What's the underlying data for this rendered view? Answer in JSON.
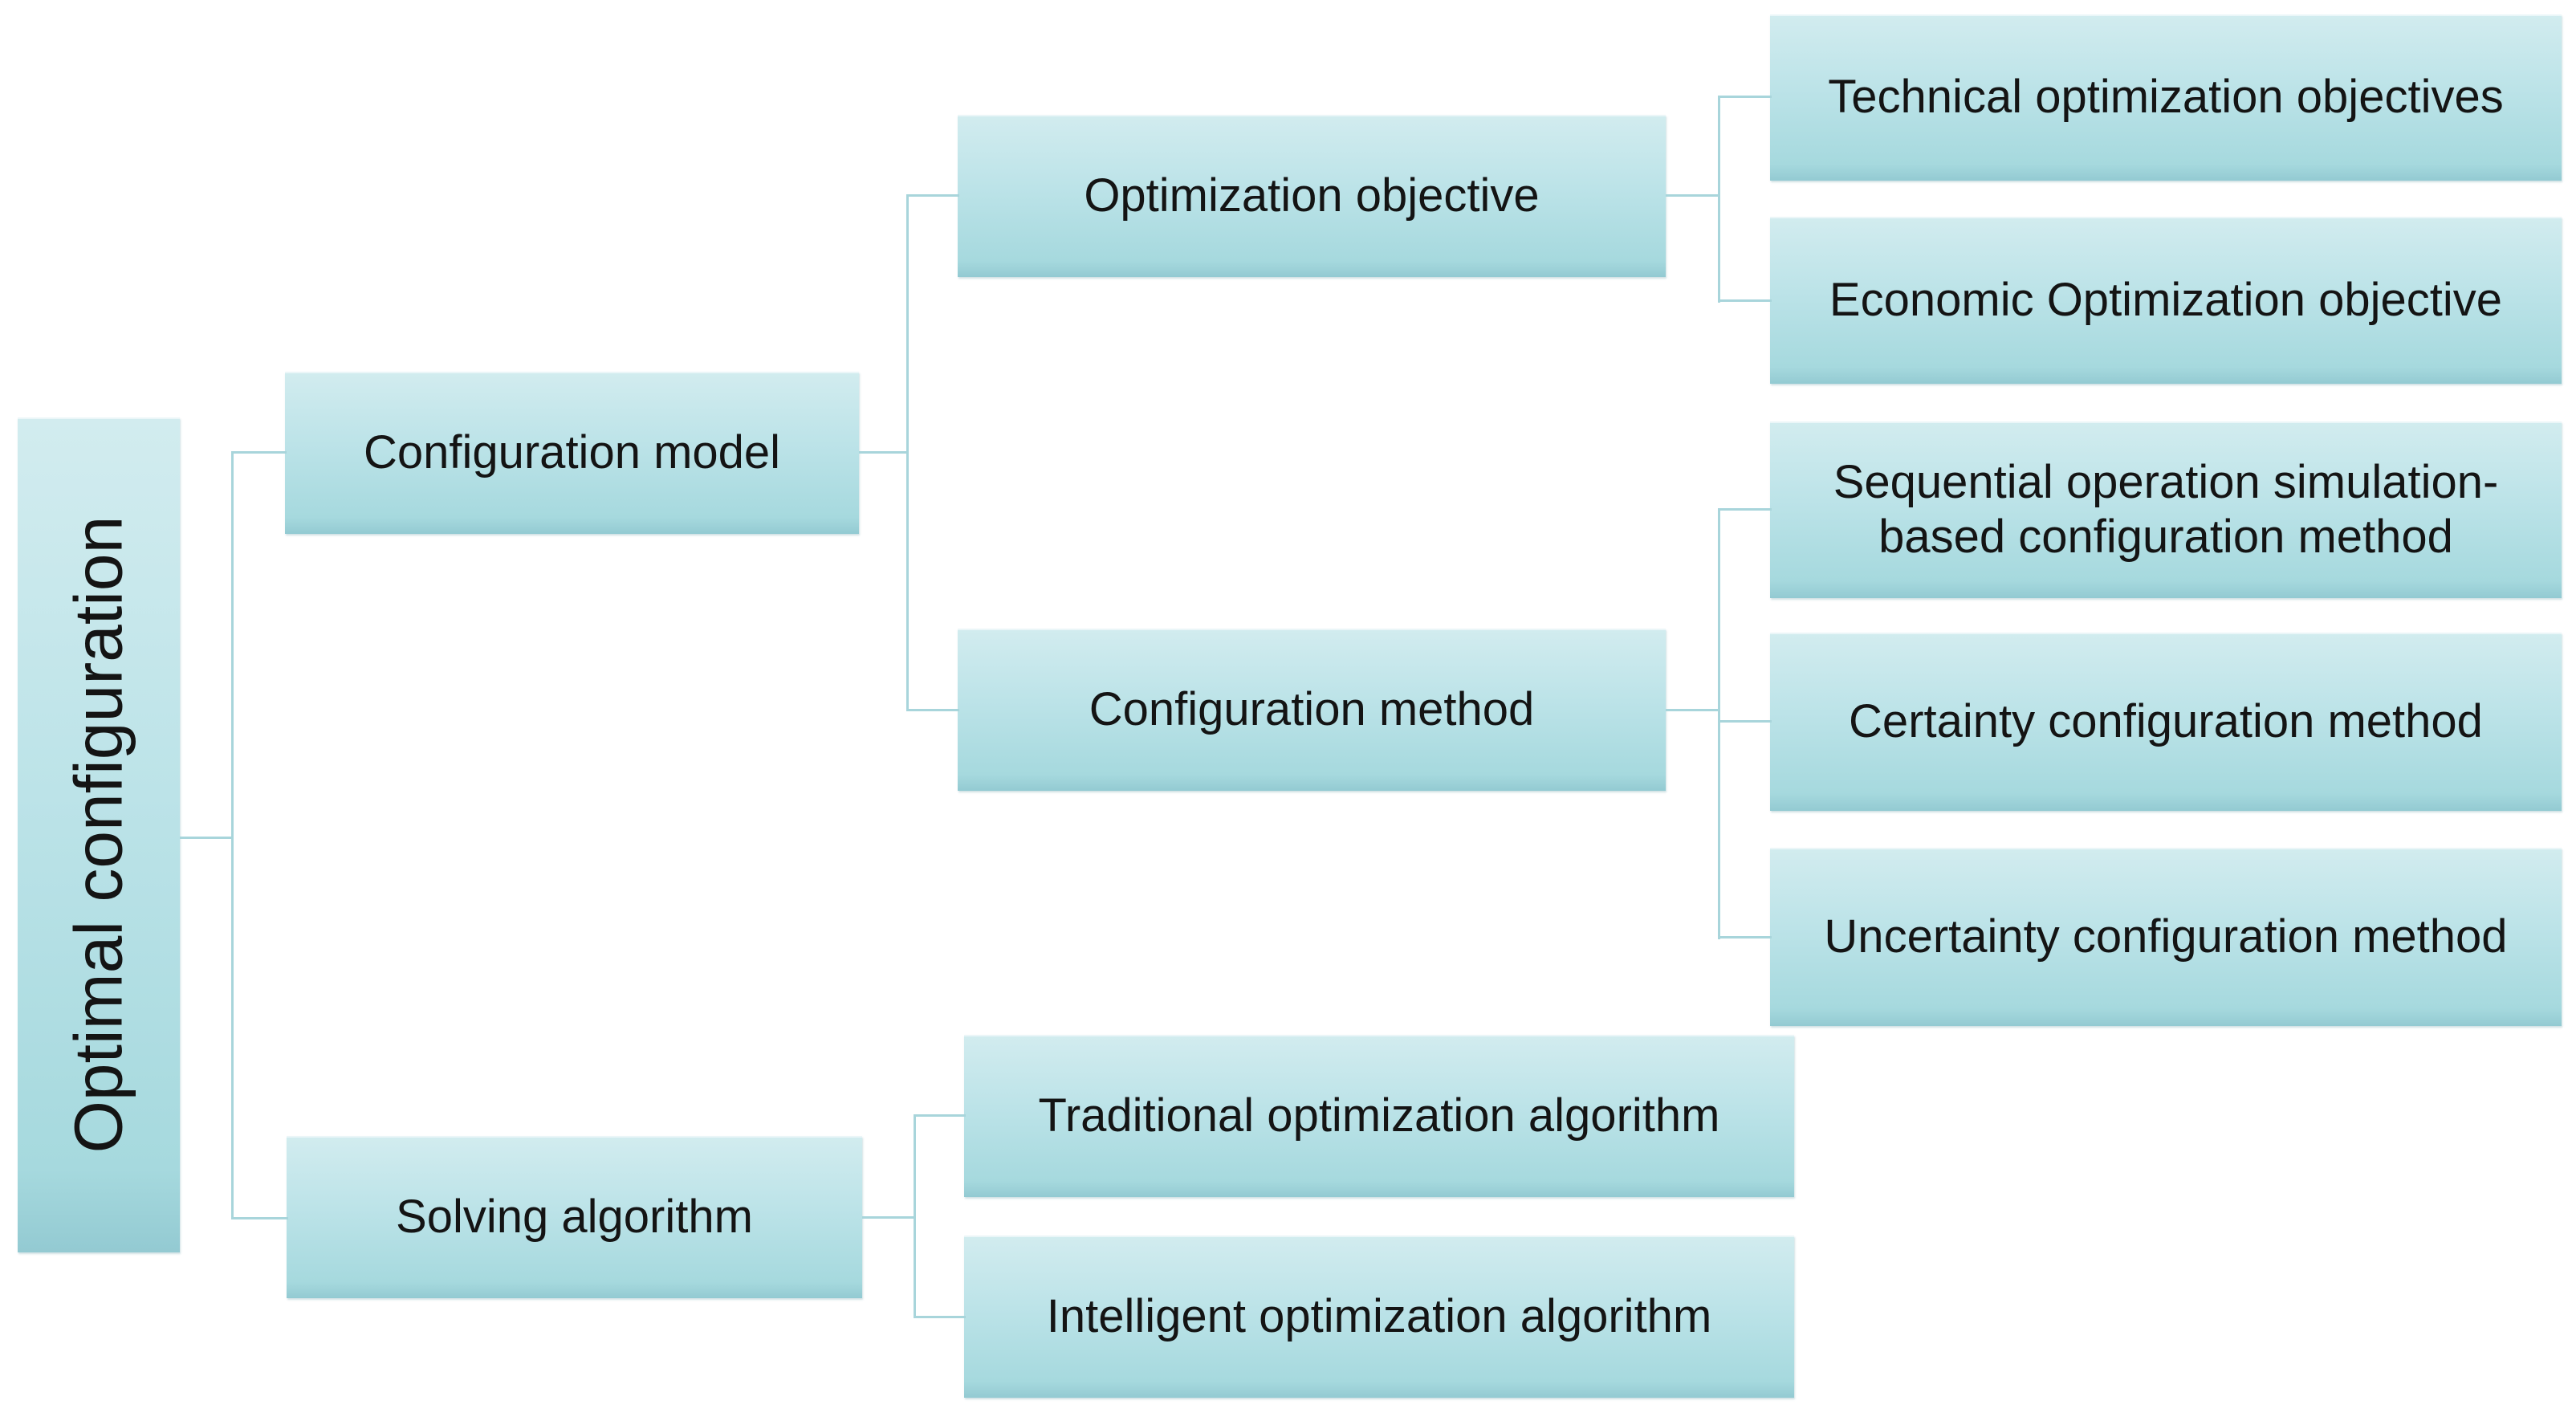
{
  "diagram": {
    "type": "hierarchy-tree",
    "orientation": "left-to-right"
  },
  "tree": {
    "label": "Optimal configuration",
    "children": [
      {
        "label": "Configuration model",
        "children": [
          {
            "label": "Optimization objective",
            "children": [
              {
                "label": "Technical optimization objectives"
              },
              {
                "label": "Economic Optimization objective"
              }
            ]
          },
          {
            "label": "Configuration method",
            "children": [
              {
                "label": "Sequential operation simulation-\nbased configuration method"
              },
              {
                "label": "Certainty configuration method"
              },
              {
                "label": "Uncertainty configuration method"
              }
            ]
          }
        ]
      },
      {
        "label": "Solving algorithm",
        "children": [
          {
            "label": "Traditional optimization algorithm"
          },
          {
            "label": "Intelligent optimization algorithm"
          }
        ]
      }
    ]
  },
  "colors": {
    "background": "#ffffff",
    "box_top": "#d2ecef",
    "box_bottom": "#a6d9de",
    "box_edge": "#93cad2",
    "connector": "#a8d5db",
    "text": "#141414"
  }
}
